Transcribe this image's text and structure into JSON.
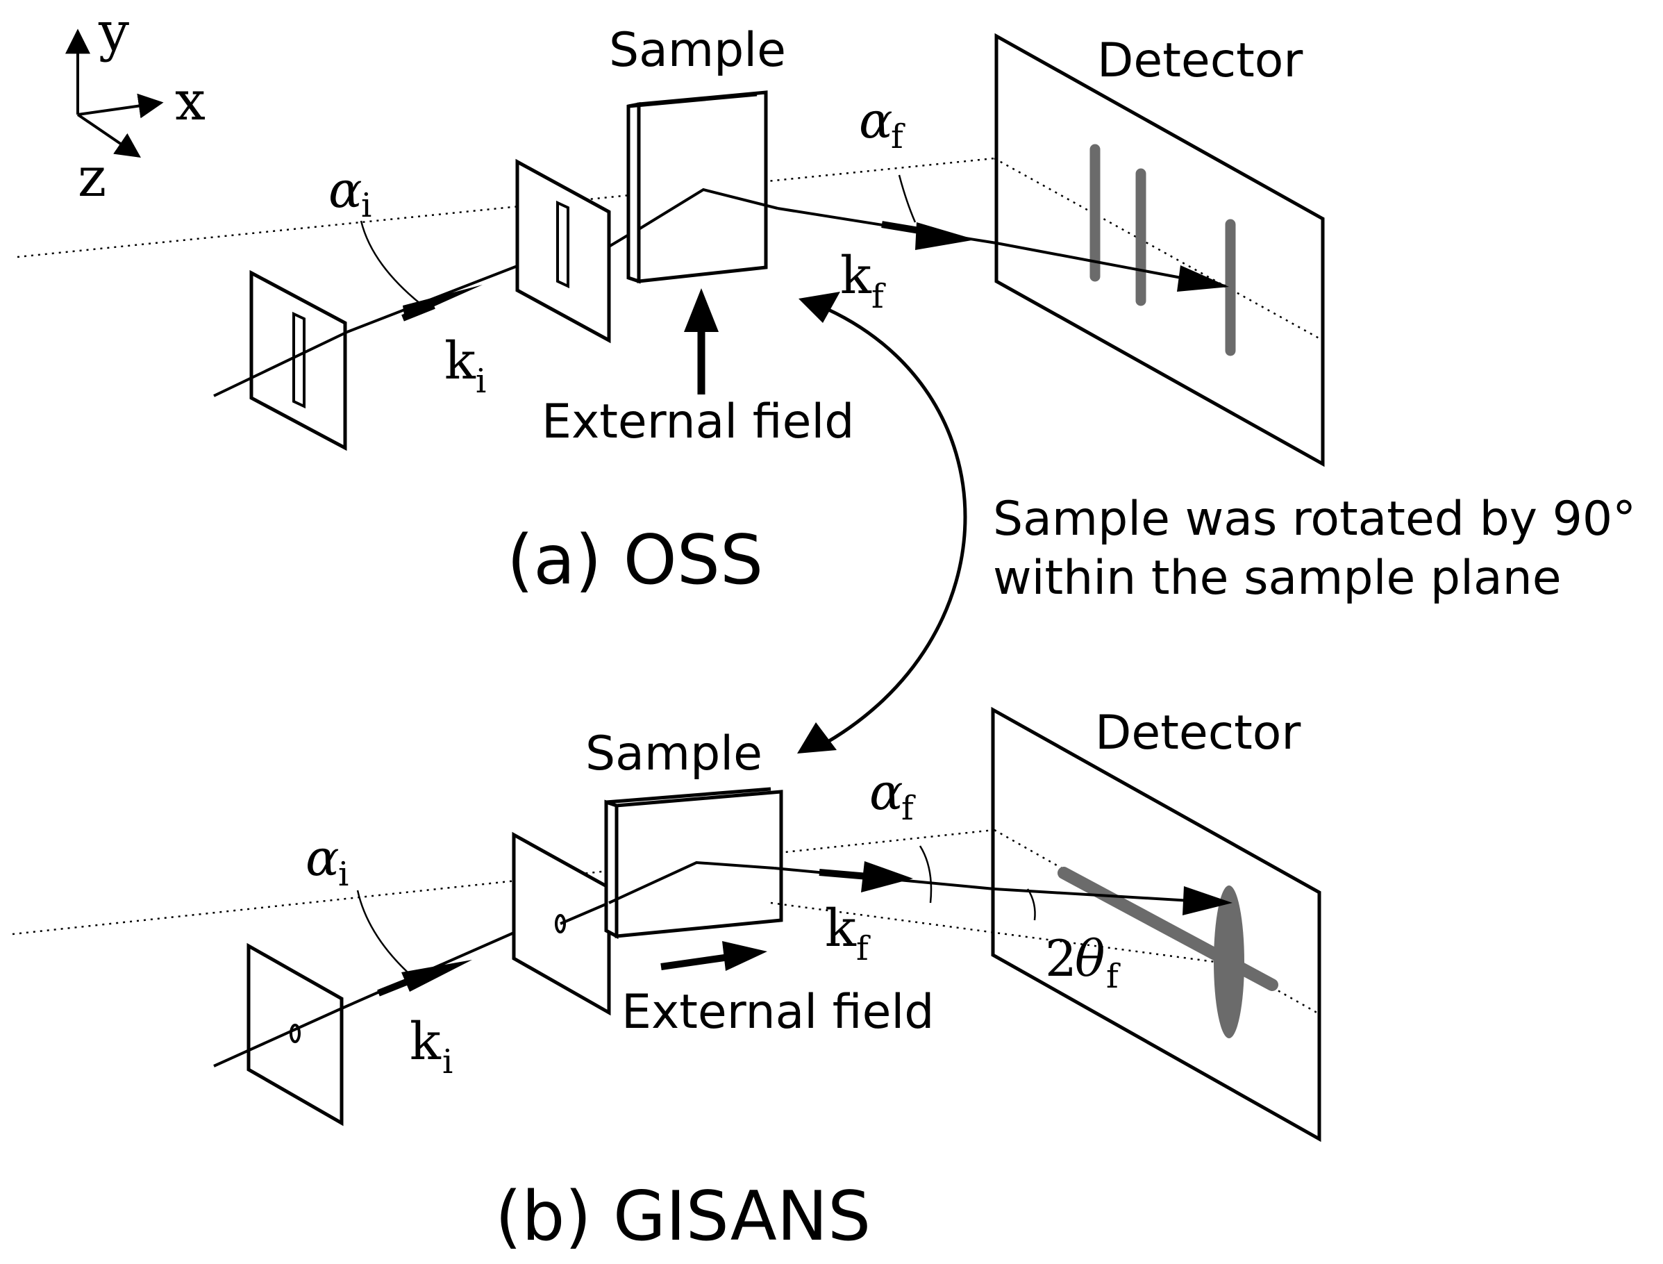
{
  "axes": {
    "y": "y",
    "x": "x",
    "z": "z"
  },
  "panel_a": {
    "caption": "(a) OSS",
    "sample_label": "Sample",
    "detector_label": "Detector",
    "field_label": "External field",
    "alpha_i": {
      "symbol": "α",
      "sub": "i"
    },
    "alpha_f": {
      "symbol": "α",
      "sub": "f"
    },
    "k_i": {
      "symbol": "k",
      "sub": "i"
    },
    "k_f": {
      "symbol": "k",
      "sub": "f"
    }
  },
  "rotation_note": {
    "line1": "Sample was rotated by 90°",
    "line2": "within the sample plane"
  },
  "panel_b": {
    "caption": "(b) GISANS",
    "sample_label": "Sample",
    "detector_label": "Detector",
    "field_label": "External field",
    "alpha_i": {
      "symbol": "α",
      "sub": "i"
    },
    "alpha_f": {
      "symbol": "α",
      "sub": "f"
    },
    "k_i": {
      "symbol": "k",
      "sub": "i"
    },
    "k_f": {
      "symbol": "k",
      "sub": "f"
    },
    "two_theta": {
      "prefix": "2",
      "symbol": "θ",
      "sub": "f"
    }
  },
  "colors": {
    "line": "#000000",
    "signal": "#6b6b6b"
  }
}
